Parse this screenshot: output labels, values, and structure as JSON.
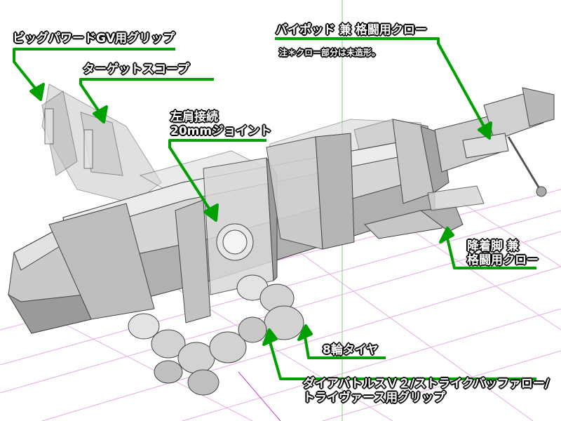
{
  "labels": {
    "grip_bigpower": "ビッグパワードGV用グリップ",
    "target_scope": "ターゲットスコープ",
    "bipod_line": "バイポッド 兼 格闘用クロー",
    "note": "注＊クロー部分は未造形。",
    "shoulder_line1": "左肩接続",
    "shoulder_line2": "20mmジョイント",
    "landing_line1": "降着脚 兼",
    "landing_line2": "格闘用クロー",
    "tires": "8輪タイヤ",
    "grip_daia_line1": "ダイアバトルスＶ２/ストライクバッファロー/",
    "grip_daia_line2": "トライヴァース用グリップ"
  },
  "colors": {
    "callout_line": "#00a000",
    "label_text": "#ffffff",
    "label_outline": "#000000",
    "grid": "#d98ad9",
    "grid_green": "#7fd07f",
    "body_light": "#d4d4d4",
    "body_mid": "#a8a8a8",
    "body_dark": "#7a7a7a"
  }
}
